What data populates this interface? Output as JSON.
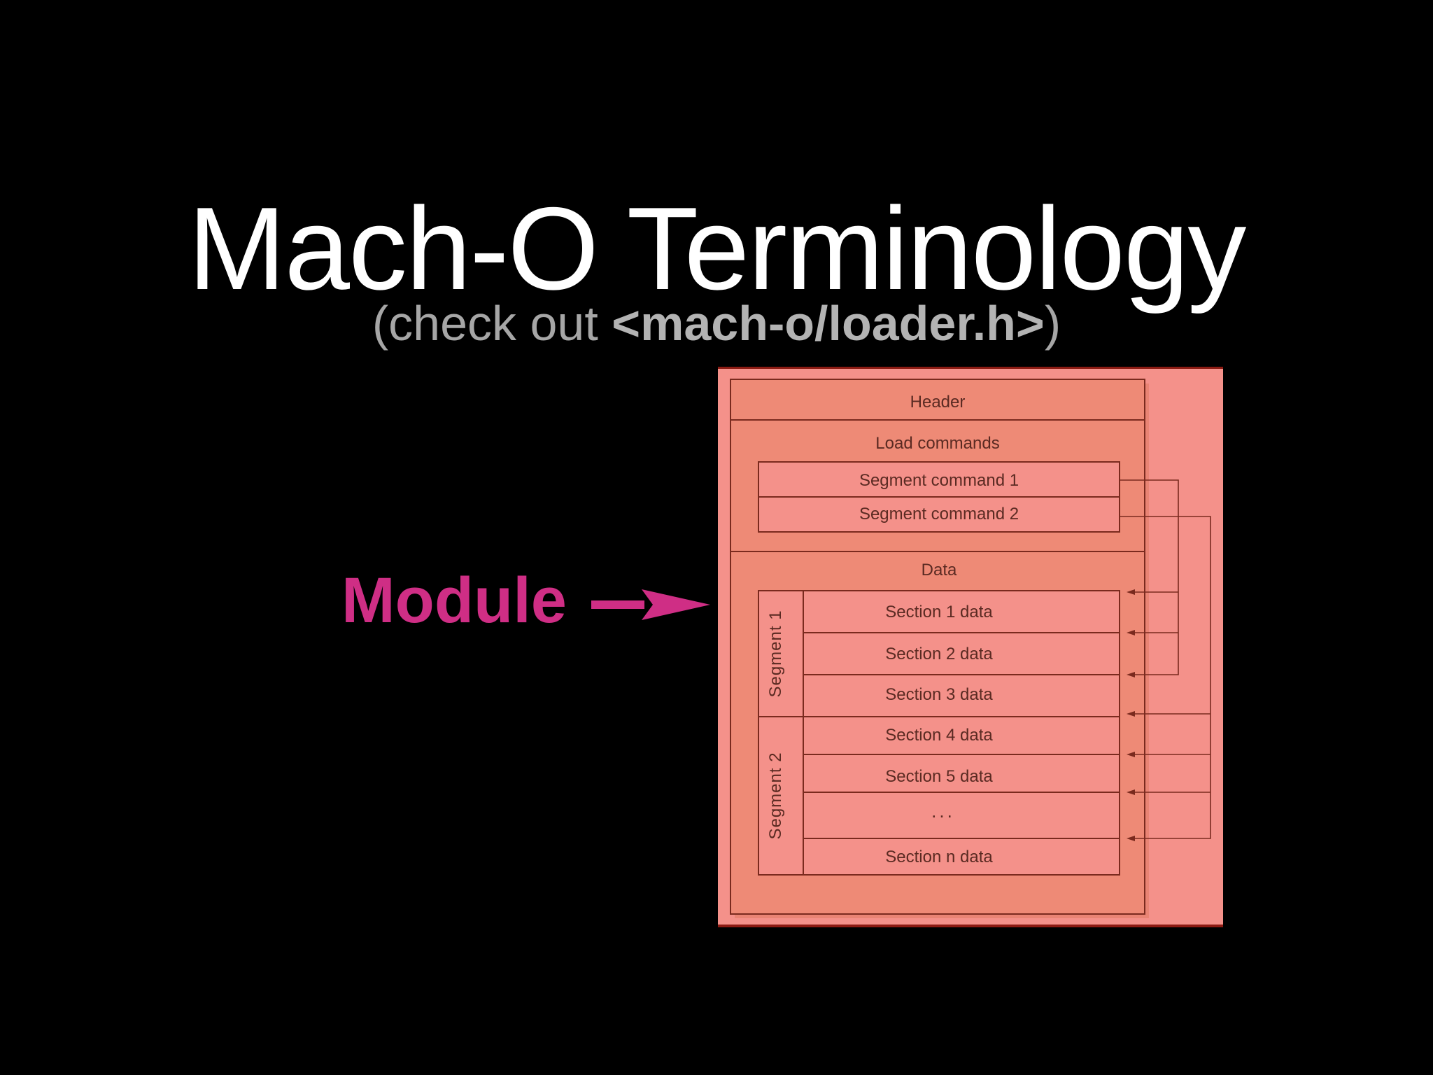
{
  "slide": {
    "title": "Mach-O Terminology",
    "subtitle_prefix": "(check out ",
    "subtitle_code": "<mach-o/loader.h>",
    "subtitle_suffix": ")",
    "module_label": "Module"
  },
  "diagram": {
    "header": "Header",
    "load_commands": "Load commands",
    "segment_commands": [
      "Segment command 1",
      "Segment command 2"
    ],
    "data": "Data",
    "segments": [
      "Segment 1",
      "Segment 2"
    ],
    "sections": [
      "Section 1 data",
      "Section 2 data",
      "Section 3 data",
      "Section 4 data",
      "Section 5 data",
      "...",
      "Section n data"
    ]
  },
  "colors": {
    "background": "#000000",
    "title": "#ffffff",
    "subtitle": "#a6a6a6",
    "accent": "#cf2e85",
    "diagram_fill": "#f4918a",
    "diagram_line": "#7a2a1e"
  }
}
